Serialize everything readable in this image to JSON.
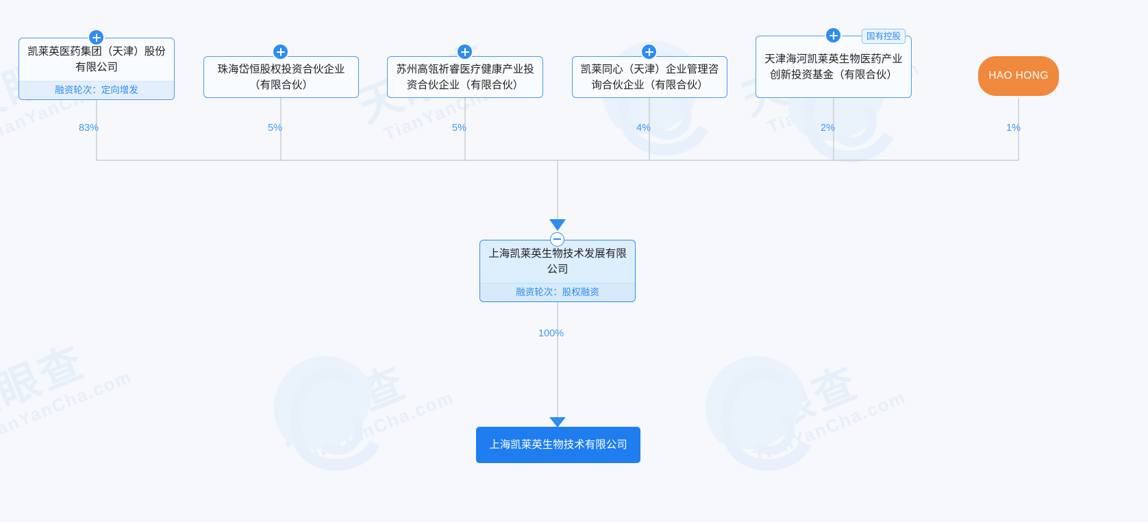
{
  "meta": {
    "watermark_cn": "天眼查",
    "watermark_en": "TianYanCha.com"
  },
  "colors": {
    "accent": "#2f8cf0",
    "node_border": "#4a9bf5",
    "node_bg": "#f8fbff",
    "band_bg": "#e3effc",
    "selected_bg": "#ddeefc",
    "solid_bg": "#1f7df0",
    "pill_bg": "#f0883e",
    "line": "#c7cdd4",
    "canvas_bg": "#f6f8fb",
    "percent_text": "#3d9afc"
  },
  "chart_data": {
    "type": "diagram",
    "diagram_kind": "corporate-ownership-tree",
    "center": {
      "name": "上海凯莱英生物技术发展有限公司",
      "band_label": "融资轮次：股权融资",
      "selected": true,
      "toggle": "minus"
    },
    "shareholders": [
      {
        "name": "凯莱英医药集团（天津）股份有限公司",
        "percent": "83%",
        "band_label": "融资轮次：定向增发",
        "expander": "plus",
        "badge": null,
        "style": "box"
      },
      {
        "name": "珠海岱恒股权投资合伙企业（有限合伙）",
        "percent": "5%",
        "band_label": null,
        "expander": "plus",
        "badge": null,
        "style": "box"
      },
      {
        "name": "苏州高瓴祈睿医疗健康产业投资合伙企业（有限合伙）",
        "percent": "5%",
        "band_label": null,
        "expander": "plus",
        "badge": null,
        "style": "box"
      },
      {
        "name": "凯莱同心（天津）企业管理咨询合伙企业（有限合伙）",
        "percent": "4%",
        "band_label": null,
        "expander": "plus",
        "badge": null,
        "style": "box"
      },
      {
        "name": "天津海河凯莱英生物医药产业创新投资基金（有限合伙）",
        "percent": "2%",
        "band_label": null,
        "expander": "plus",
        "badge": "国有控股",
        "style": "box"
      },
      {
        "name": "HAO HONG",
        "percent": "1%",
        "band_label": null,
        "expander": null,
        "badge": null,
        "style": "pill"
      }
    ],
    "subsidiaries": [
      {
        "name": "上海凯莱英生物技术有限公司",
        "percent": "100%",
        "style": "solid"
      }
    ]
  }
}
